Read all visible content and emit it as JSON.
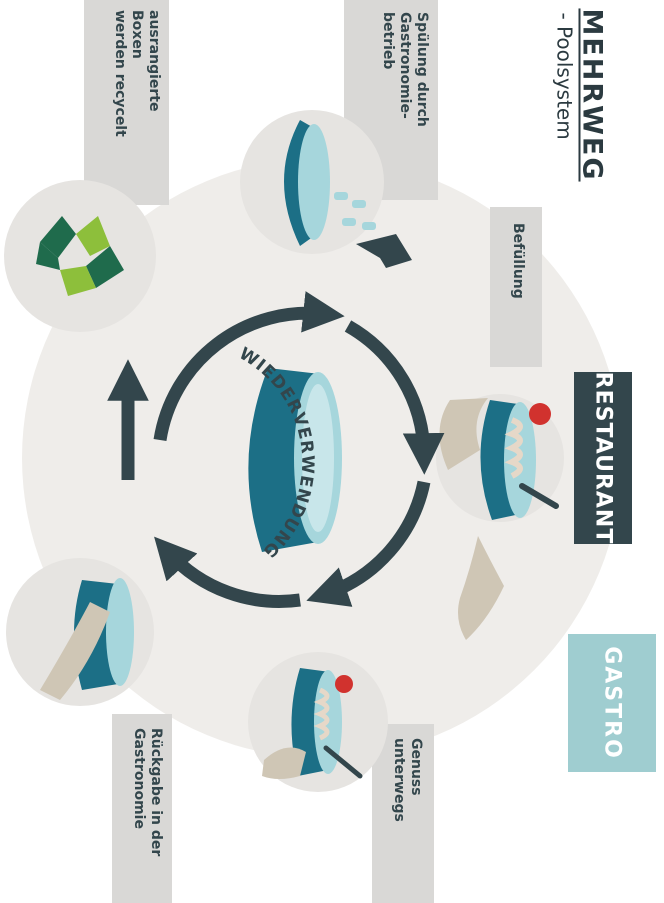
{
  "title": {
    "main": "MEHRWEG",
    "sub": "- Poolsystem"
  },
  "badges": {
    "restaurant": "RESTAURANT",
    "gastro": "GASTRO"
  },
  "cycle_label": "WIEDERVERWENDUNG",
  "steps": {
    "recycle": "ausrangierte\nBoxen\nwerden recycelt",
    "spuelung": "Spülung durch\nGastronomie-\nbetrieb",
    "befuellung": "Befüllung",
    "genuss": "Genuss\nunterwegs",
    "rueckgabe": "Rückgabe in der\nGastronomie"
  },
  "colors": {
    "teal_dark": "#1c6f86",
    "teal_light": "#a6d6dc",
    "slate": "#33464c",
    "gastro": "#9fcdd0",
    "recycle_green": "#8dbf3b",
    "recycle_dark": "#1f6b4c"
  }
}
